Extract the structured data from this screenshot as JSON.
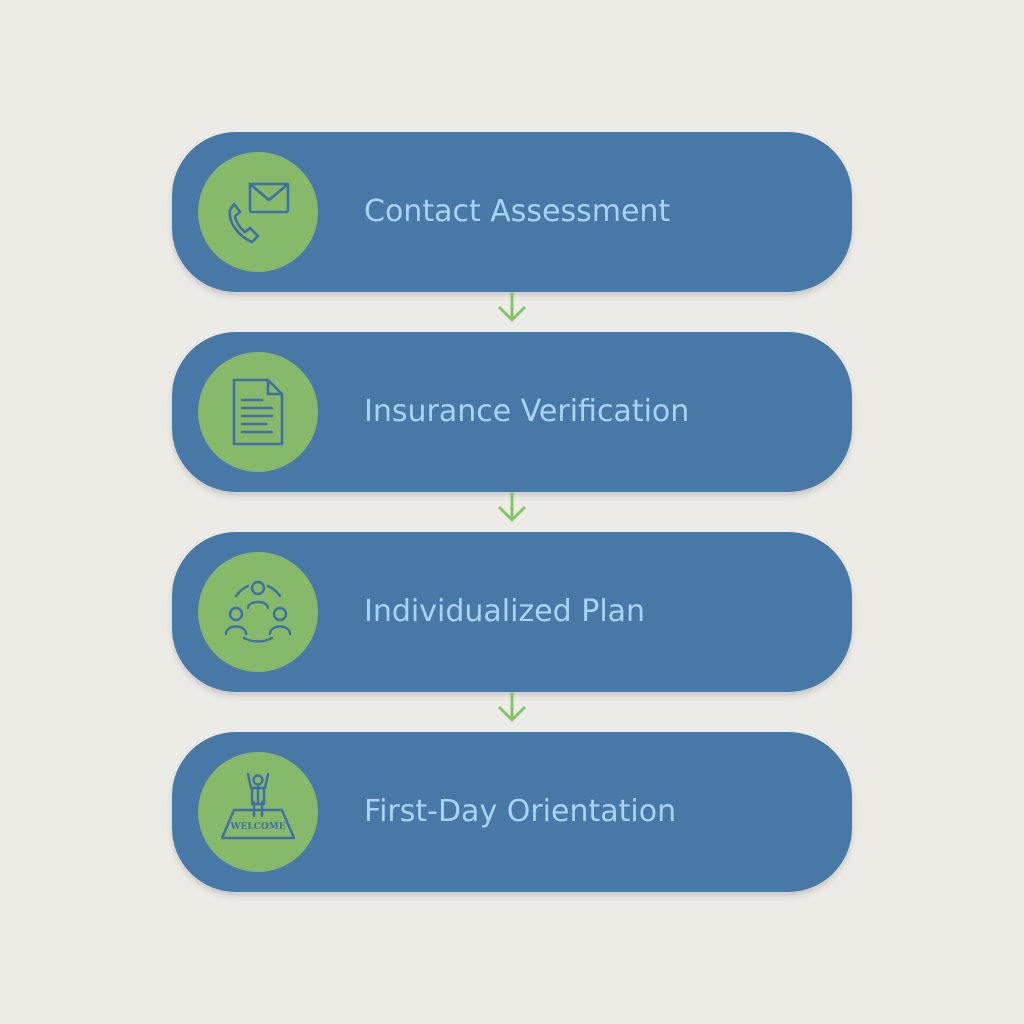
{
  "colors": {
    "background": "#edebe6",
    "step_fill": "#4878a6",
    "badge_fill": "#86b96a",
    "label_text": "#a7d4f6",
    "icon_stroke": "#3f6fa3",
    "connector": "#86c46a"
  },
  "steps": [
    {
      "label": "Contact Assessment",
      "icon": "phone-envelope-icon"
    },
    {
      "label": "Insurance Verification",
      "icon": "document-icon"
    },
    {
      "label": "Individualized Plan",
      "icon": "people-circle-icon"
    },
    {
      "label": "First-Day Orientation",
      "icon": "welcome-mat-icon",
      "icon_text": "WELCOME"
    }
  ],
  "connectors": [
    "arrow-down-icon",
    "arrow-down-icon",
    "arrow-down-icon"
  ]
}
